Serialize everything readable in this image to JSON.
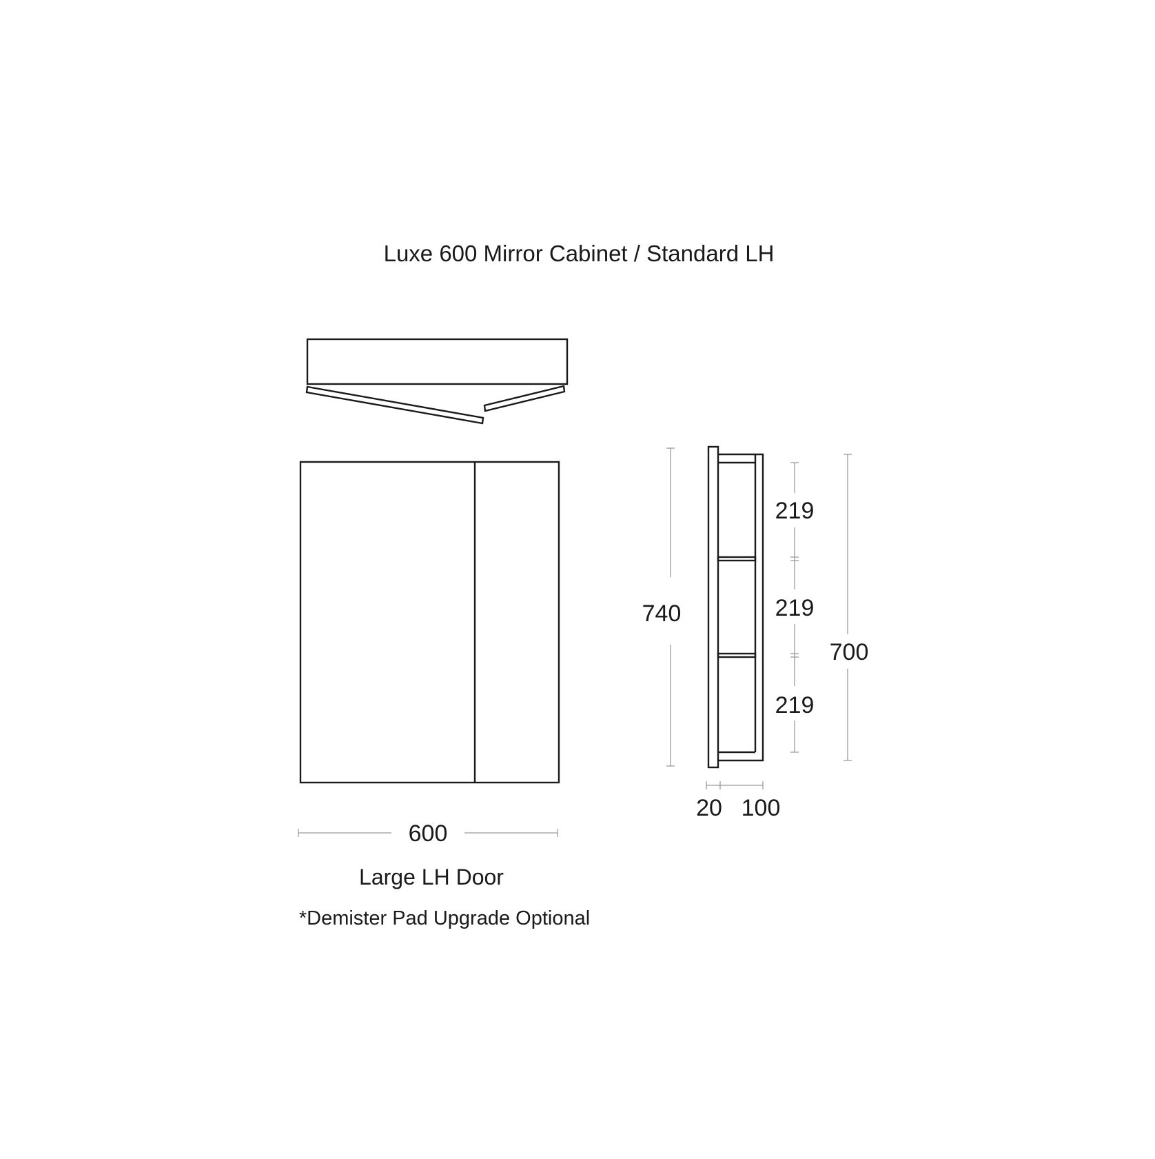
{
  "title": "Luxe 600 Mirror Cabinet / Standard LH",
  "dimensions": {
    "width": "600",
    "overall_height": "740",
    "cabinet_height": "700",
    "door_depth": "20",
    "body_depth": "100",
    "shelf_1": "219",
    "shelf_2": "219",
    "shelf_3": "219"
  },
  "captions": {
    "door": "Large LH Door",
    "note": "*Demister Pad Upgrade Optional"
  },
  "colors": {
    "line": "#1a1a1a",
    "dimension_line": "#9a9a9a",
    "background": "#ffffff"
  }
}
